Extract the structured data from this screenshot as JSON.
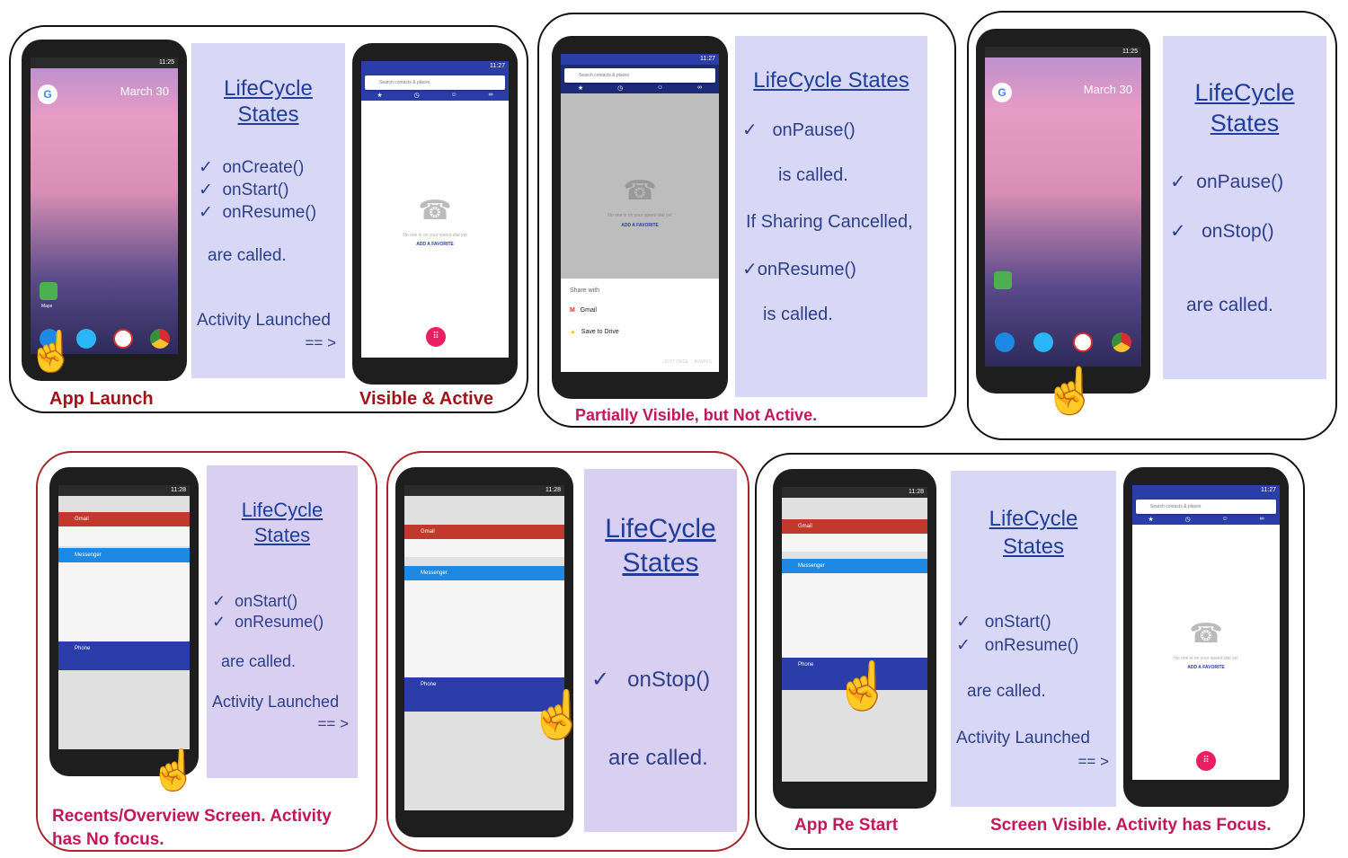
{
  "colors": {
    "title_blue": "#1f3e9a",
    "text_blue": "#2d3f8a",
    "caption_dark_red": "#a1121a",
    "caption_magenta": "#c2185b",
    "panel_lavender": "#d8d8f6",
    "panel_purple": "#d9cff1",
    "dialer_blue": "#2a3da8",
    "gmail_red": "#c0392b",
    "messenger_blue": "#1e88e5"
  },
  "icons": {
    "check": "✓",
    "hand": "pointing-hand-icon",
    "back": "◀",
    "home": "●",
    "recents": "■"
  },
  "status_time": [
    "11:25",
    "11:27",
    "11:27",
    "11:25",
    "11:28",
    "11:28",
    "11:28",
    "11:27"
  ],
  "home": {
    "date": "March 30",
    "google": "G",
    "maps_label": "Maps"
  },
  "dialer": {
    "search": "Search contacts & places",
    "empty_msg": "No one is on your speed dial yet",
    "add_fav": "ADD A FAVORITE"
  },
  "share": {
    "title": "Share with",
    "opt1": "Gmail",
    "opt2": "Save to Drive",
    "just_once": "JUST ONCE",
    "always": "ALWAYS"
  },
  "recents": {
    "gmail": "Gmail",
    "messenger": "Messenger",
    "phone": "Phone"
  },
  "p1": {
    "title1": "LifeCycle",
    "title2": "States",
    "l1": "onCreate()",
    "l2": "onStart()",
    "l3": "onResume()",
    "l4": "are called.",
    "l5": "Activity Launched",
    "l6": "== >"
  },
  "p2": {
    "title": "LifeCycle States",
    "l1": "onPause()",
    "l2": "is called.",
    "l3": "If Sharing Cancelled,",
    "l4": "onResume()",
    "l5": "is called."
  },
  "p3": {
    "title1": "LifeCycle",
    "title2": "States",
    "l1": "onPause()",
    "l2": "onStop()",
    "l3": "are called."
  },
  "p4": {
    "title1": "LifeCycle",
    "title2": "States",
    "l1": "onStart()",
    "l2": "onResume()",
    "l3": "are called.",
    "l4": "Activity Launched",
    "l5": "== >"
  },
  "p5": {
    "title1": "LifeCycle",
    "title2": "States",
    "l1": "onStop()",
    "l2": "are called."
  },
  "p6": {
    "title1": "LifeCycle",
    "title2": "States",
    "l1": "onStart()",
    "l2": "onResume()",
    "l3": "are called.",
    "l4": "Activity Launched",
    "l5": "== >"
  },
  "captions": {
    "app_launch": "App Launch",
    "visible_active": "Visible & Active",
    "partial": "Partially Visible, but Not Active.",
    "recents1": "Recents/Overview Screen. Activity",
    "recents2": "has No focus.",
    "restart": "App Re Start",
    "focus": "Screen Visible. Activity has Focus."
  }
}
